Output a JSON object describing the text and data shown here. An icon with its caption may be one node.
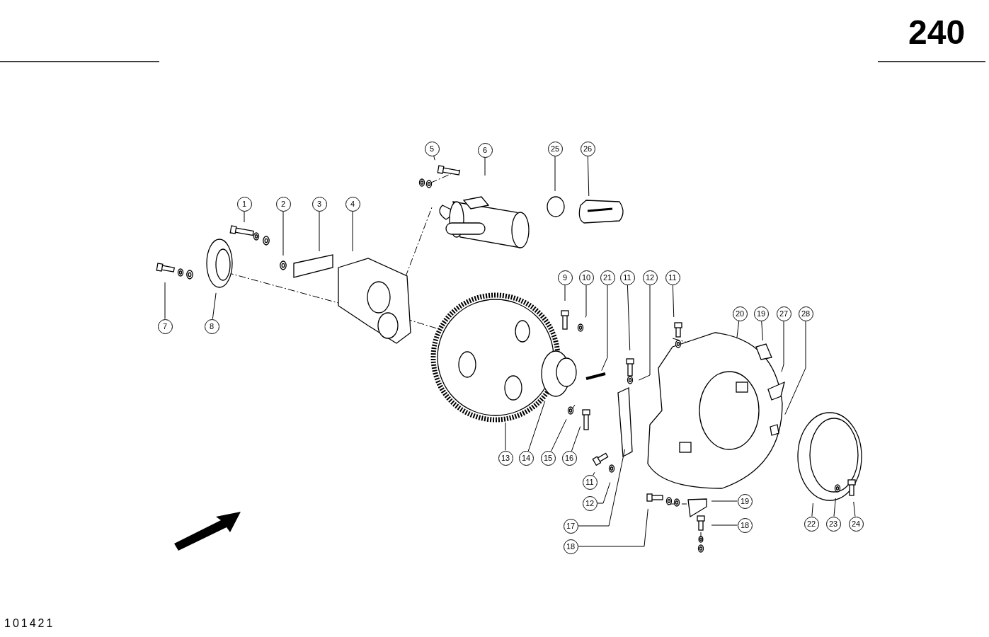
{
  "diagram": {
    "nodes": [
      {
        "text": [
          "5"
        ]
      },
      {
        "text": [
          "6"
        ]
      },
      {
        "text": [
          "25"
        ]
      },
      {
        "text": [
          "26"
        ]
      },
      {
        "text": [
          "1"
        ]
      },
      {
        "text": [
          "2"
        ]
      },
      {
        "text": [
          "3"
        ]
      },
      {
        "text": [
          "4"
        ]
      },
      {
        "text": [
          "9"
        ]
      },
      {
        "text": [
          "10"
        ]
      },
      {
        "text": [
          "21"
        ]
      },
      {
        "text": [
          "11"
        ]
      },
      {
        "text": [
          "12"
        ]
      },
      {
        "text": [
          "11"
        ]
      },
      {
        "text": [
          "20"
        ]
      },
      {
        "text": [
          "19"
        ]
      },
      {
        "text": [
          "27"
        ]
      },
      {
        "text": [
          "28"
        ]
      },
      {
        "text": [
          "7"
        ]
      },
      {
        "text": [
          "8"
        ]
      },
      {
        "text": [
          "13"
        ]
      },
      {
        "text": [
          "14"
        ]
      },
      {
        "text": [
          "15"
        ]
      },
      {
        "text": [
          "16"
        ]
      },
      {
        "text": [
          "11"
        ]
      },
      {
        "text": [
          "19"
        ]
      },
      {
        "text": [
          "12"
        ]
      },
      {
        "text": [
          "17"
        ]
      },
      {
        "text": [
          "18"
        ]
      },
      {
        "text": [
          "22"
        ]
      },
      {
        "text": [
          "23"
        ]
      },
      {
        "text": [
          "24"
        ]
      },
      {
        "text": [
          "18"
        ]
      }
    ],
    "edges": [
      {
        "from": 0,
        "to": null,
        "arrow": "none"
      },
      {
        "from": 1,
        "to": null,
        "arrow": "none"
      },
      {
        "from": 2,
        "to": null,
        "arrow": "none"
      },
      {
        "from": 3,
        "to": null,
        "arrow": "none"
      },
      {
        "from": 4,
        "to": null,
        "arrow": "none"
      },
      {
        "from": 5,
        "to": null,
        "arrow": "none"
      },
      {
        "from": 6,
        "to": null,
        "arrow": "none"
      },
      {
        "from": 7,
        "to": null,
        "arrow": "none"
      },
      {
        "from": 8,
        "to": null,
        "arrow": "none"
      },
      {
        "from": 9,
        "to": null,
        "arrow": "none"
      },
      {
        "from": 10,
        "to": null,
        "arrow": "none"
      },
      {
        "from": 11,
        "to": null,
        "arrow": "none"
      },
      {
        "from": 12,
        "to": null,
        "arrow": "none"
      },
      {
        "from": 13,
        "to": null,
        "arrow": "none"
      },
      {
        "from": 14,
        "to": null,
        "arrow": "none"
      },
      {
        "from": 15,
        "to": null,
        "arrow": "none"
      },
      {
        "from": 16,
        "to": null,
        "arrow": "none"
      },
      {
        "from": 17,
        "to": null,
        "arrow": "none"
      },
      {
        "from": 18,
        "to": null,
        "arrow": "none"
      },
      {
        "from": 19,
        "to": null,
        "arrow": "none"
      },
      {
        "from": 20,
        "to": null,
        "arrow": "none"
      },
      {
        "from": 21,
        "to": null,
        "arrow": "none"
      },
      {
        "from": 22,
        "to": null,
        "arrow": "none"
      },
      {
        "from": 23,
        "to": null,
        "arrow": "none"
      },
      {
        "from": 24,
        "to": null,
        "arrow": "none"
      },
      {
        "from": 25,
        "to": null,
        "arrow": "none"
      },
      {
        "from": 26,
        "to": null,
        "arrow": "none"
      },
      {
        "from": 27,
        "to": null,
        "arrow": "none"
      },
      {
        "from": 28,
        "to": null,
        "arrow": "none"
      },
      {
        "from": 29,
        "to": null,
        "arrow": "none"
      },
      {
        "from": 30,
        "to": null,
        "arrow": "none"
      },
      {
        "from": 31,
        "to": null,
        "arrow": "none"
      },
      {
        "from": 32,
        "to": null,
        "arrow": "none"
      }
    ],
    "labels": [
      "240",
      "101421"
    ]
  }
}
